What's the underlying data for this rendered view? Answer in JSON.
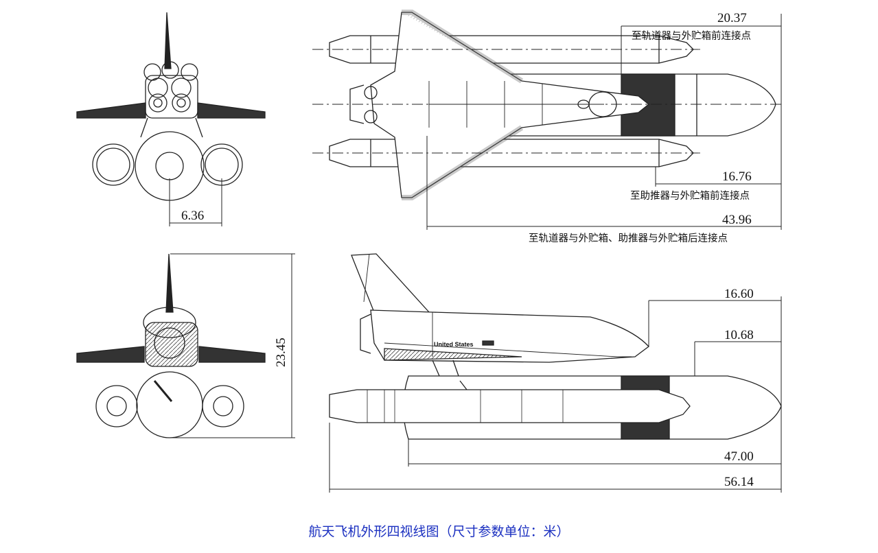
{
  "caption": "航天飞机外形四视线图（尺寸参数单位：米）",
  "dims": {
    "d_20_37": "20.37",
    "d_16_76": "16.76",
    "d_43_96": "43.96",
    "d_6_36": "6.36",
    "d_23_45": "23.45",
    "d_16_60": "16.60",
    "d_10_68": "10.68",
    "d_47_00": "47.00",
    "d_56_14": "56.14"
  },
  "notes": {
    "fwd_orbiter_tank": "至轨道器与外贮箱前连接点",
    "fwd_booster_tank": "至助推器与外贮箱前连接点",
    "aft_attach": "至轨道器与外贮箱、助推器与外贮箱后连接点"
  },
  "markings": {
    "side_name": "United States"
  },
  "colors": {
    "line": "#222222",
    "caption": "#1a2fc0"
  }
}
